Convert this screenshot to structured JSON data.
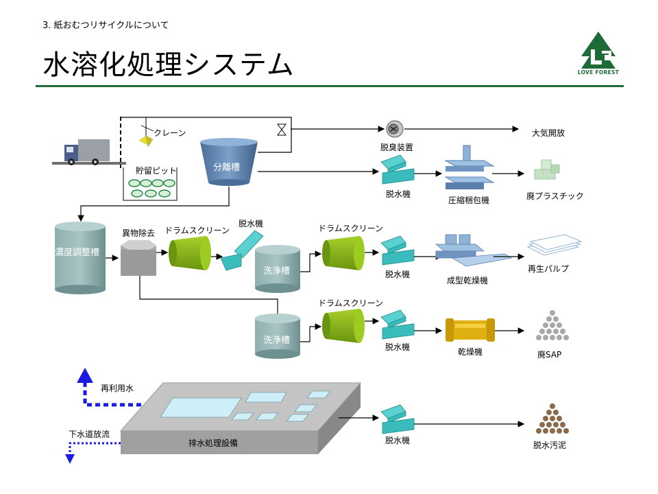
{
  "header": {
    "section": "3. 紙おむつリサイクルについて",
    "title": "水溶化処理システム",
    "logo_text": "LOVE FOREST"
  },
  "labels": {
    "crane": "クレーン",
    "storage_pit": "貯留ピット",
    "separation_tank": "分離槽",
    "deodorizer": "脱臭装置",
    "atmosphere": "大気開放",
    "dehydrator_1": "脱水機",
    "compress_pack": "圧縮梱包機",
    "waste_plastic": "廃プラスチック",
    "concentration_tank": "濃度調整槽",
    "foreign_removal": "異物除去",
    "drum_screen_1": "ドラムスクリーン",
    "dehydrator_2": "脱水機",
    "wash_tank_1": "洗浄槽",
    "drum_screen_2": "ドラムスクリーン",
    "dehydrator_3": "脱水機",
    "forming_dryer": "成型乾燥機",
    "recycled_pulp": "再生パルプ",
    "wash_tank_2": "洗浄槽",
    "drum_screen_3": "ドラムスクリーン",
    "dehydrator_4": "脱水機",
    "dryer": "乾燥機",
    "waste_sap": "廃SAP",
    "reuse_water": "再利用水",
    "sewer_discharge": "下水道放流",
    "wastewater_facility": "排水処理設備",
    "dehydrator_5": "脱水機",
    "dewatered_sludge": "脱水汚泥"
  },
  "colors": {
    "brand_green": "#1e6b38",
    "teal": "#3bbcbc",
    "tank_gray": "#7fa3a3",
    "drum_green": "#8db81c",
    "blue_tank": "#5b7fa8",
    "dryer_yellow": "#e0b010",
    "arrow_blue": "#1a1ae0"
  }
}
